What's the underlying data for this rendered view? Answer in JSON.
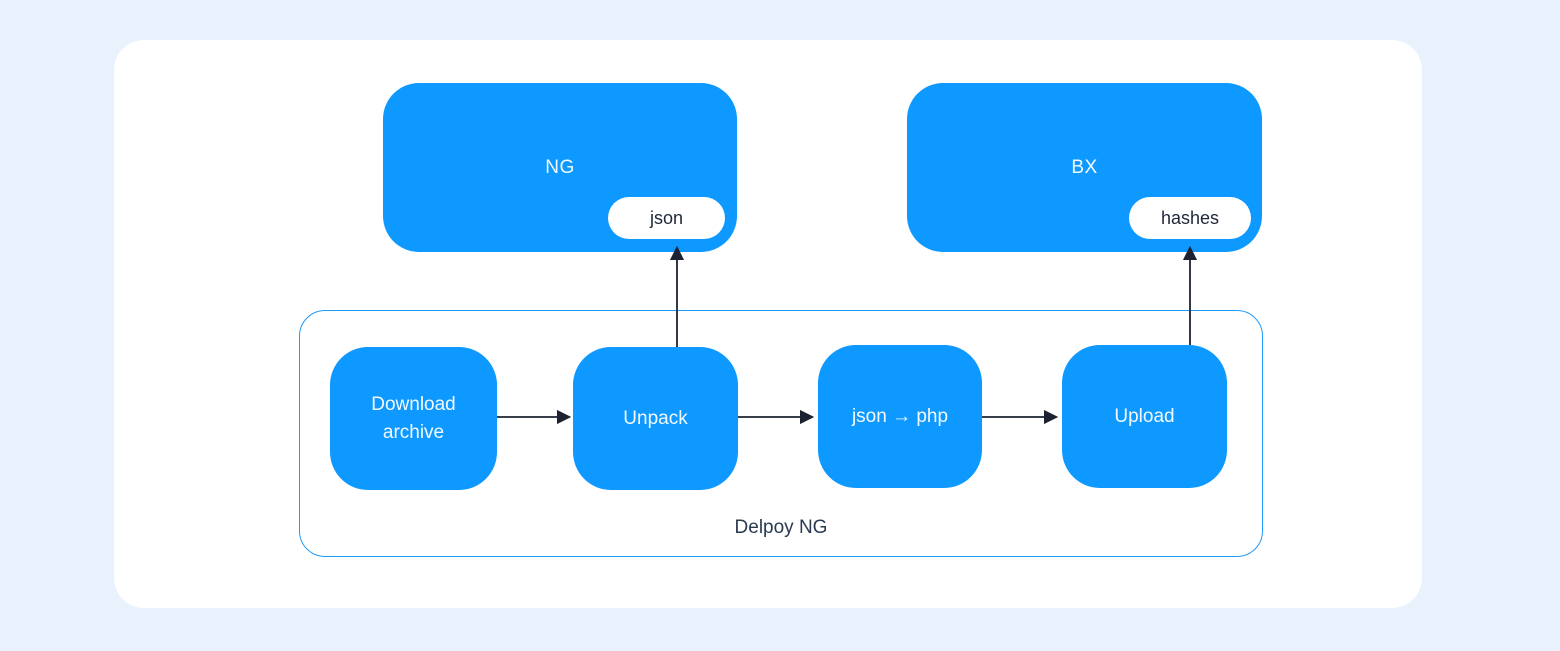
{
  "diagram": {
    "top_nodes": [
      {
        "id": "ng",
        "label": "NG",
        "badge": "json"
      },
      {
        "id": "bx",
        "label": "BX",
        "badge": "hashes"
      }
    ],
    "group": {
      "label": "Delpoy NG",
      "nodes": [
        {
          "id": "download-archive",
          "label": "Download\narchive"
        },
        {
          "id": "unpack",
          "label": "Unpack"
        },
        {
          "id": "json-to-php",
          "label": "json → php"
        },
        {
          "id": "upload",
          "label": "Upload"
        }
      ]
    },
    "edges": [
      {
        "from": "download-archive",
        "to": "unpack"
      },
      {
        "from": "unpack",
        "to": "json-to-php"
      },
      {
        "from": "json-to-php",
        "to": "upload"
      },
      {
        "from": "unpack",
        "to": "ng-json-badge"
      },
      {
        "from": "upload",
        "to": "bx-hashes-badge"
      }
    ],
    "colors": {
      "background": "#E8F1FC",
      "card": "#FFFFFF",
      "node_fill": "#0D99FF",
      "node_text": "#F4F9FF",
      "badge_fill": "#FFFFFF",
      "badge_text": "#1E2838",
      "group_border": "#1E9BFA",
      "group_label_text": "#2A3950",
      "arrow": "#1C2230"
    }
  }
}
